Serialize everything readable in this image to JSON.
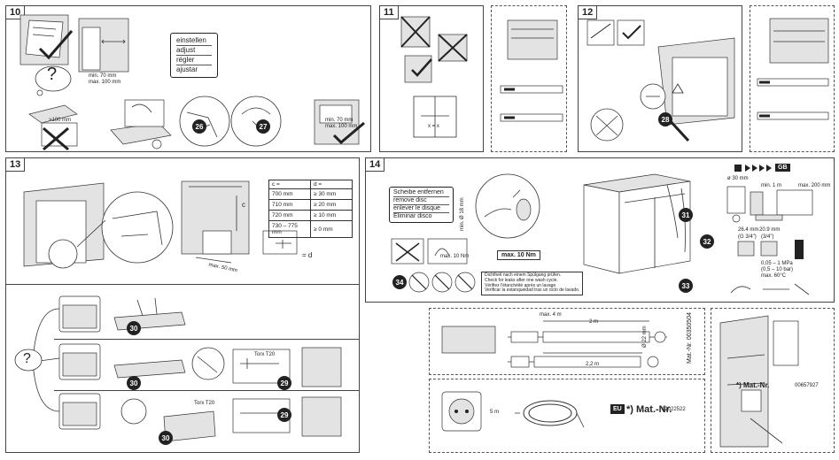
{
  "panels": [
    {
      "number": "10"
    },
    {
      "number": "11"
    },
    {
      "number": "12"
    },
    {
      "number": "13"
    },
    {
      "number": "14"
    }
  ],
  "step10": {
    "adjust_labels": [
      "einstellen",
      "adjust",
      "régler",
      "ajustar"
    ],
    "measure_top_min": "min. 70 mm",
    "measure_top_max": "max. 100 mm",
    "measure_right_min": "min. 70 mm",
    "measure_right_max": "max. 100 mm",
    "gap_label": ">100 mm",
    "question": "?",
    "refs": [
      "26",
      "27"
    ]
  },
  "step11": {
    "dimension_label": "x = x"
  },
  "step12": {
    "ref": "28"
  },
  "step13": {
    "question": "?",
    "table_headers": [
      "c =",
      "d ="
    ],
    "table_rows": [
      [
        "700 mm",
        "≥ 30 mm"
      ],
      [
        "710 mm",
        "≥ 20 mm"
      ],
      [
        "720 mm",
        "≥ 10 mm"
      ],
      [
        "730 – 775 mm",
        "≥ 0 mm"
      ]
    ],
    "dim_c": "c",
    "dim_d": "= d",
    "max_label": "max. 50 mm",
    "torx_label": "Torx T20",
    "refs": [
      "30",
      "30",
      "30",
      "29",
      "29"
    ]
  },
  "step14": {
    "remove_disc": [
      "Scheibe entfernen",
      "remove disc",
      "enlever le disque",
      "Eliminar disco"
    ],
    "torque": "max. 10 Nm",
    "hose_min": "min. Ø 18 mm",
    "gb": "GB",
    "dims_top": [
      "ø 30 mm",
      "min. 1 m",
      "max. 200 mm"
    ],
    "thread_sizes": [
      "26.4 mm",
      "20.9 mm",
      "(G 3/4\")",
      "(3/4\")"
    ],
    "pressure": [
      "0,05 – 1 MPa",
      "(0,5 – 10 bar)",
      "max. 60°C"
    ],
    "leak_check": [
      "Dichtheit nach einem Spülgang prüfen.",
      "Check for leaks after one wash cycle.",
      "Vérifiez l'étanchéité après un lavage.",
      "Verificar la estanqueidad tras un ciclo de lavado."
    ],
    "refs": [
      "31",
      "32",
      "33",
      "34"
    ],
    "hose_max": "max. 4 m",
    "hose_2m": "2 m",
    "hose_22m": "2,2 m",
    "hose_diam": "Ø 22 mm",
    "mat_nr_1": "Mat.-Nr. 00350504",
    "mains_len": "5 m",
    "eu": "EU",
    "mat_nr_2_label": "*) Mat.-Nr.",
    "mat_nr_2_val": "12022522",
    "mat_nr_3_label": "*) Mat.-Nr.",
    "mat_nr_3_val": "00657927"
  },
  "colors": {
    "line": "#333333",
    "badge": "#222222",
    "panel_fill": "#ffffff"
  }
}
